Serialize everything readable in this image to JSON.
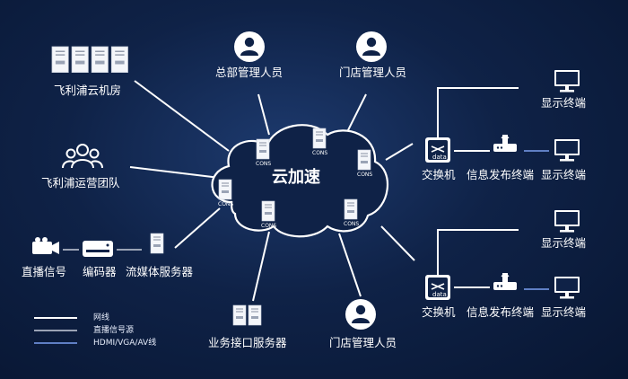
{
  "cloud": {
    "label": "云加速",
    "cons_label": "CONS"
  },
  "nodes": {
    "cloud_room": "飞利浦云机房",
    "ops_team": "飞利浦运营团队",
    "hq_admin": "总部管理人员",
    "store_admin_top": "门店管理人员",
    "store_admin_bottom": "门店管理人员",
    "live_signal": "直播信号",
    "encoder": "编码器",
    "streaming_server": "流媒体服务器",
    "api_server": "业务接口服务器",
    "switch_1": "交换机",
    "switch_2": "交换机",
    "publisher_1": "信息发布终端",
    "publisher_2": "信息发布终端",
    "display_1": "显示终端",
    "display_2": "显示终端",
    "display_3": "显示终端",
    "display_4": "显示终端",
    "switch_icon_text": "data"
  },
  "legend": {
    "items": [
      {
        "label": "网线",
        "color": "#ffffff"
      },
      {
        "label": "直播信号源",
        "color": "#9aa3b5"
      },
      {
        "label": "HDMI/VGA/AV线",
        "color": "#5f7fc4"
      }
    ]
  }
}
